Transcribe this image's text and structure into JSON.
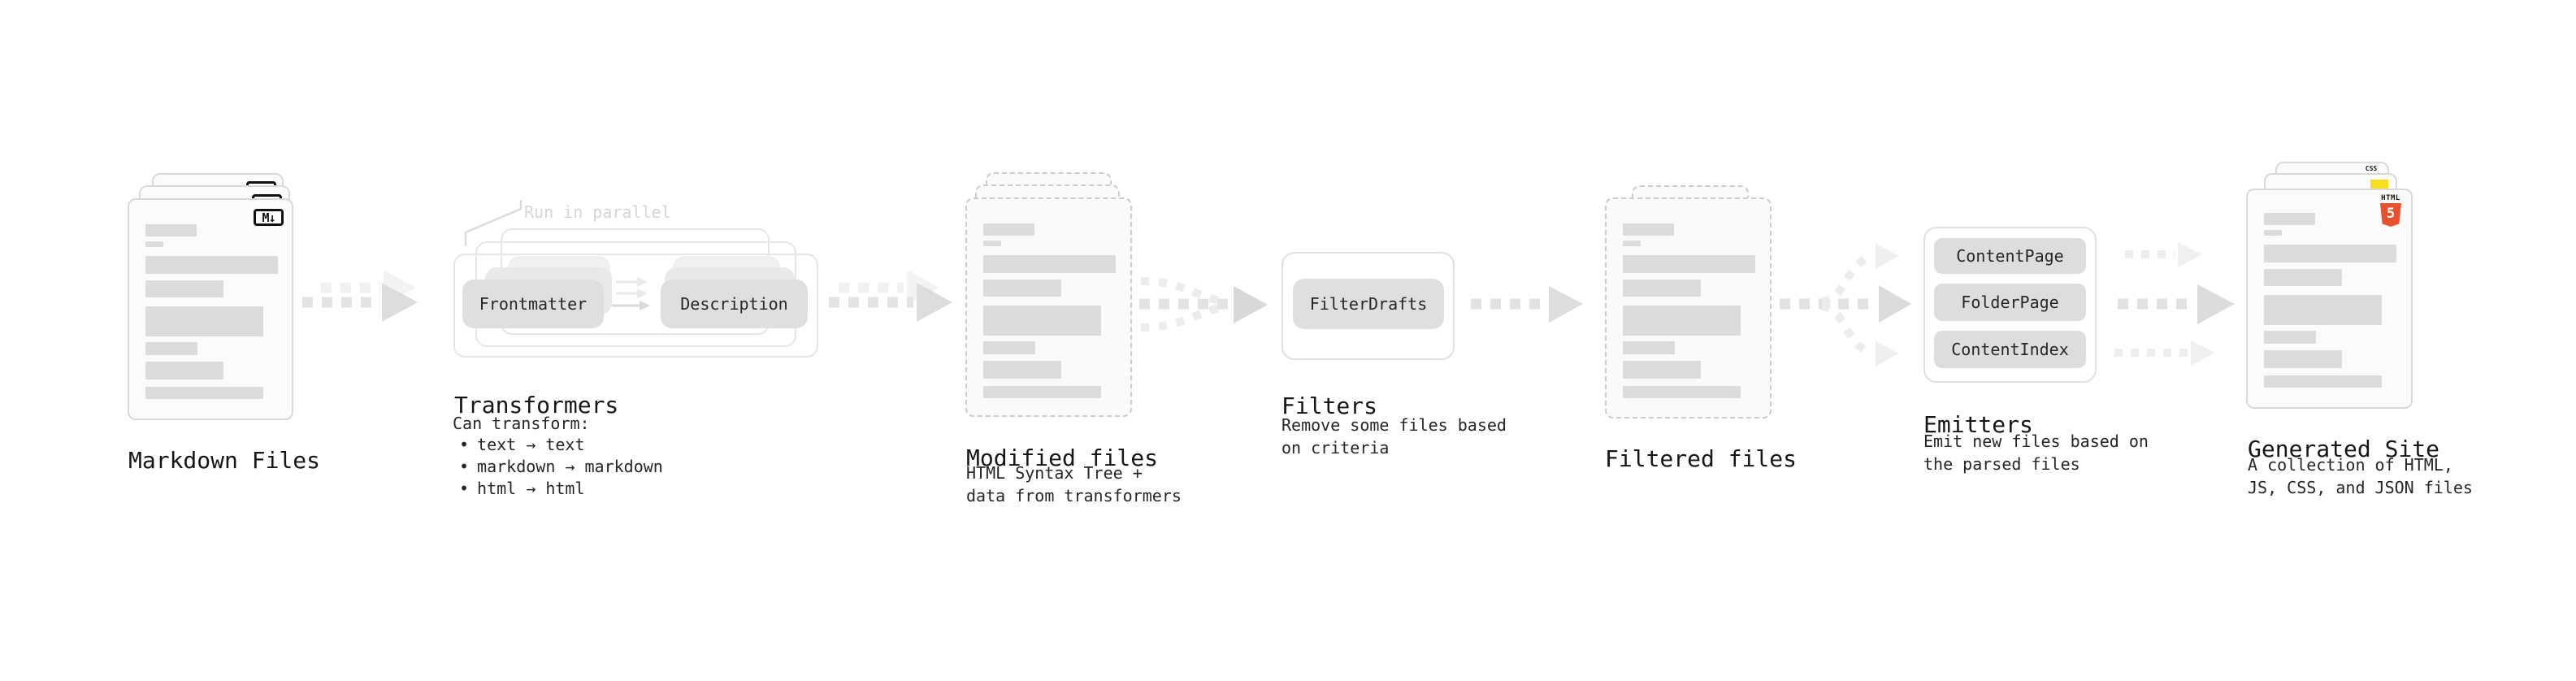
{
  "stages": {
    "markdown_files": {
      "title": "Markdown Files",
      "file_type_badge": "M↓"
    },
    "transformers": {
      "parallel_note": "Run in parallel",
      "boxes": [
        "Frontmatter",
        "Description"
      ],
      "title": "Transformers",
      "caption_heading": "Can transform:",
      "bullet_char": "•",
      "bullets": [
        "text → text",
        "markdown → markdown",
        "html → html"
      ]
    },
    "modified_files": {
      "title": "Modified files",
      "caption": "HTML Syntax Tree +\ndata from transformers"
    },
    "filters": {
      "boxes": [
        "FilterDrafts"
      ],
      "title": "Filters",
      "caption": "Remove some files based\non criteria"
    },
    "filtered_files": {
      "title": "Filtered files"
    },
    "emitters": {
      "boxes": [
        "ContentPage",
        "FolderPage",
        "ContentIndex"
      ],
      "title": "Emitters",
      "caption": "Emit new files based on\nthe parsed files"
    },
    "generated_site": {
      "title": "Generated Site",
      "caption": "A collection of HTML,\nJS, CSS, and JSON files",
      "css_badge": "CSS",
      "html_badge_label": "HTML",
      "html_badge_number": "5"
    }
  },
  "colors": {
    "html5_orange": "#e8512d",
    "js_yellow": "#f6df1f",
    "css_blue": "#2f6fe0",
    "heading_text": "#161616",
    "body_text": "#262626",
    "note_text": "#d6d6d6",
    "arrow_gray": "#e3e3e3"
  }
}
